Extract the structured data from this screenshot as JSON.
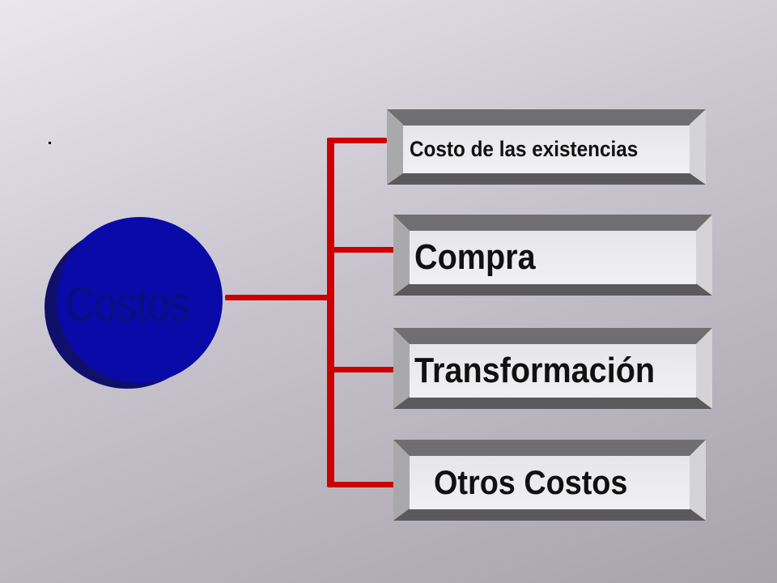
{
  "diagram": {
    "root": {
      "label": "Costos"
    },
    "branches": [
      {
        "label": "Costo de las existencias"
      },
      {
        "label": "Compra"
      },
      {
        "label": "Transformación"
      },
      {
        "label": "Otros Costos"
      }
    ]
  },
  "colors": {
    "connector": "#cc0000",
    "node_fill": "#0a0aa8",
    "node_shadow": "#10106a",
    "node_text": "#061080",
    "box_face": "#eeeeef"
  }
}
